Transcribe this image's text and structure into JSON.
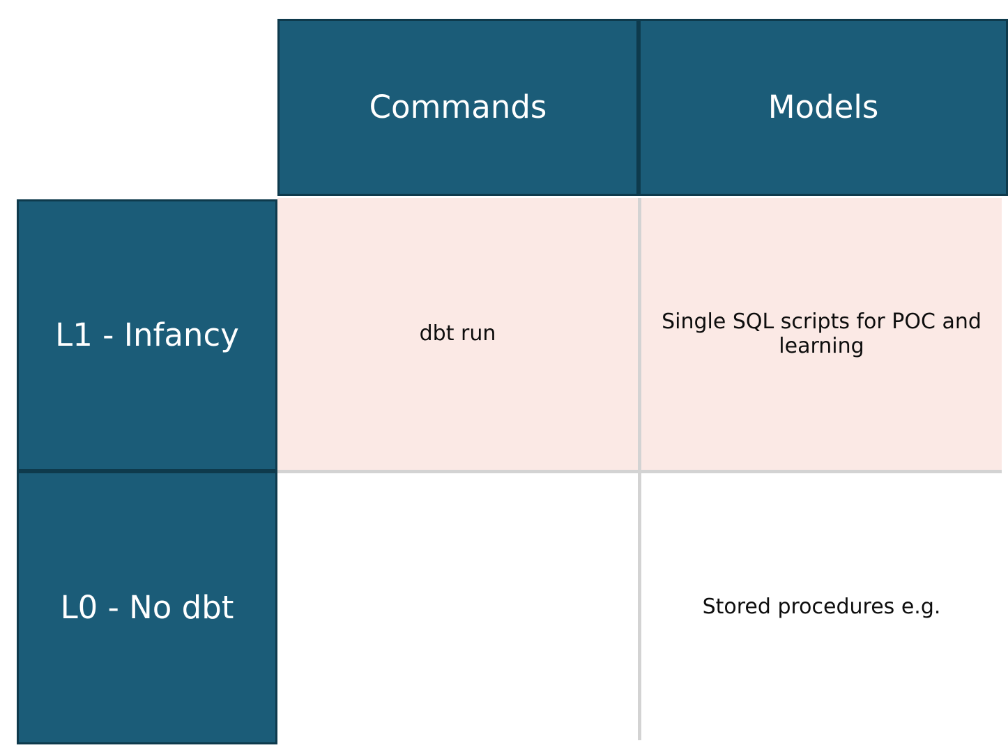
{
  "matrix": {
    "corner_cell": "",
    "column_headers": [
      {
        "id": "commands",
        "label": "Commands"
      },
      {
        "id": "models",
        "label": "Models"
      }
    ],
    "row_headers": [
      {
        "id": "l1",
        "label": "L1 - Infancy"
      },
      {
        "id": "l0",
        "label": "L0 - No dbt"
      }
    ],
    "rows": [
      {
        "row_id": "l1",
        "row_label": "L1 - Infancy",
        "fill": "pink",
        "cells": [
          {
            "column": "Commands",
            "text": "dbt run"
          },
          {
            "column": "Models",
            "text": "Single SQL scripts for POC and learning"
          }
        ]
      },
      {
        "row_id": "l0",
        "row_label": "L0 - No dbt",
        "fill": "white",
        "cells": [
          {
            "column": "Commands",
            "text": ""
          },
          {
            "column": "Models",
            "text": "Stored procedures e.g."
          }
        ]
      }
    ]
  },
  "colors": {
    "header_teal": "#1B5C78",
    "header_border_navy": "#0E3A4C",
    "header_text": "#FFFFFF",
    "row_fill_pink": "#FBE9E5",
    "row_fill_white": "#FFFFFF",
    "gridline": "#D3D3D3",
    "body_text": "#0D0D0D",
    "page_background": "#FFFFFF"
  }
}
